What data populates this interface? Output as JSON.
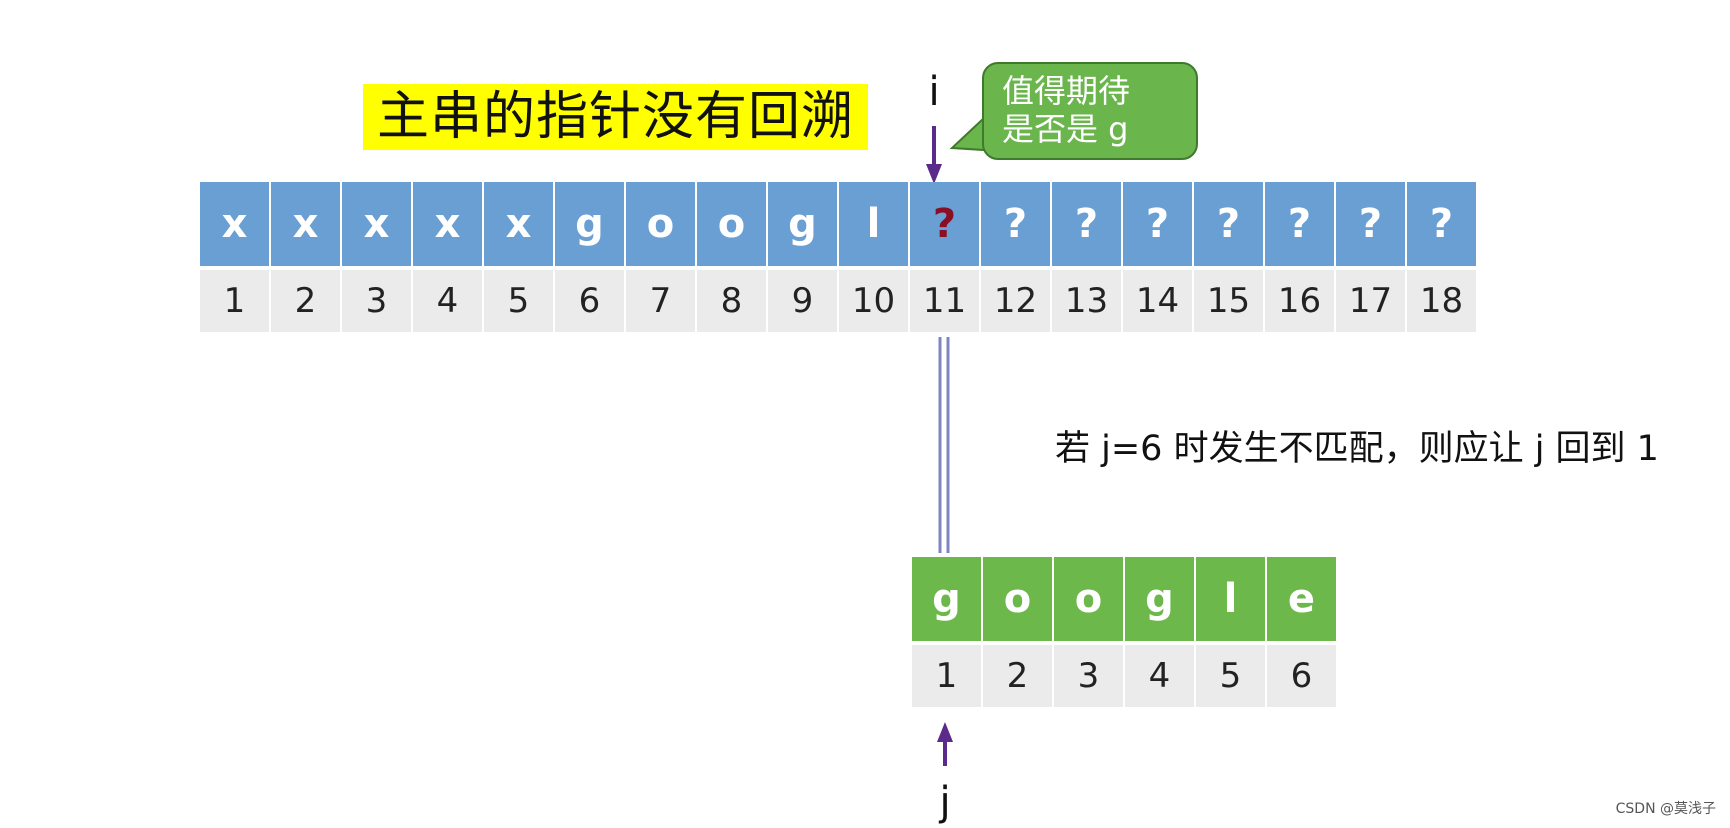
{
  "title": "主串的指针没有回溯",
  "pointer_i_label": "i",
  "pointer_j_label": "j",
  "callout": {
    "line1": "值得期待",
    "line2": "是否是 g"
  },
  "main_string": {
    "chars": [
      "x",
      "x",
      "x",
      "x",
      "x",
      "g",
      "o",
      "o",
      "g",
      "l",
      "?",
      "?",
      "?",
      "?",
      "?",
      "?",
      "?",
      "?"
    ],
    "indices": [
      "1",
      "2",
      "3",
      "4",
      "5",
      "6",
      "7",
      "8",
      "9",
      "10",
      "11",
      "12",
      "13",
      "14",
      "15",
      "16",
      "17",
      "18"
    ],
    "current_index": 11
  },
  "pattern_string": {
    "chars": [
      "g",
      "o",
      "o",
      "g",
      "l",
      "e"
    ],
    "indices": [
      "1",
      "2",
      "3",
      "4",
      "5",
      "6"
    ]
  },
  "condition_text": "若 j=6 时发生不匹配，则应让 j 回到 1",
  "watermark": "CSDN @莫浅子",
  "colors": {
    "main_cell": "#6a9fd3",
    "pattern_cell": "#6cb84a",
    "index_cell": "#ebebeb",
    "title_highlight": "#ffff00",
    "arrow": "#5b2a8a",
    "current_char": "#8b0f24"
  }
}
